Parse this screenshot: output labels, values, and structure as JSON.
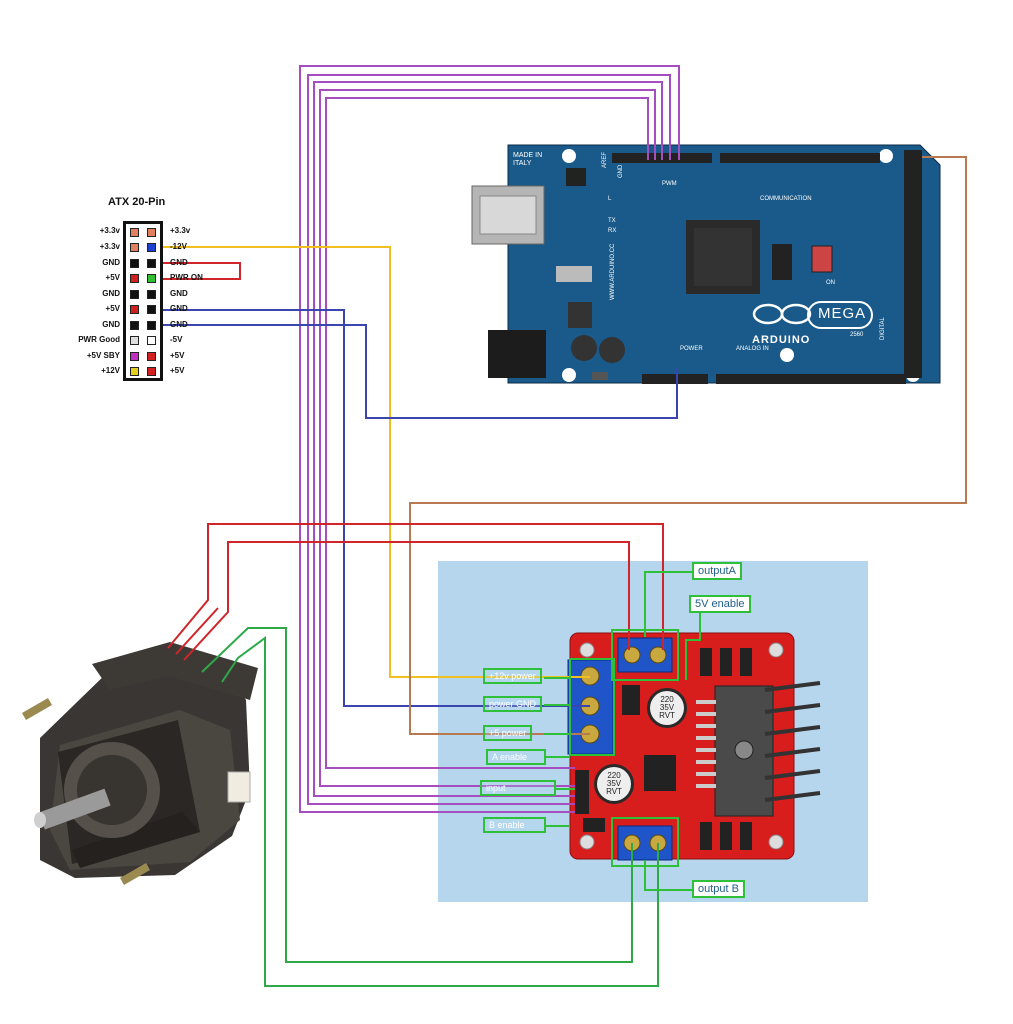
{
  "atx": {
    "title": "ATX 20-Pin",
    "left_labels": [
      "+3.3v",
      "+3.3v",
      "GND",
      "+5V",
      "GND",
      "+5V",
      "GND",
      "PWR Good",
      "+5V SBY",
      "+12V"
    ],
    "right_labels": [
      "+3.3v",
      "-12V",
      "GND",
      "PWR ON",
      "GND",
      "GND",
      "GND",
      "-5V",
      "+5V",
      "+5V"
    ]
  },
  "arduino": {
    "made_in": "MADE IN ITALY",
    "brand": "ARDUINO",
    "model": "MEGA",
    "model_number": "2560",
    "site": "WWW.ARDUINO.CC",
    "header_labels": {
      "pwm": "PWM",
      "communication": "COMMUNICATION",
      "power": "POWER",
      "analog_in": "ANALOG IN",
      "digital": "DIGITAL",
      "aref": "AREF",
      "gnd": "GND",
      "tx": "TX",
      "rx": "RX",
      "l": "L",
      "on": "ON"
    }
  },
  "driver": {
    "labels": {
      "output_a": "outputA",
      "enable_5v": "5V enable",
      "power_12v": "+12v power",
      "power_gnd": "power GND",
      "power_5v": "+5 power",
      "a_enable": "A enable",
      "input": "input",
      "b_enable": "B enable",
      "output_b": "output B"
    },
    "capacitor_text": [
      "220",
      "35V",
      "RVT"
    ]
  },
  "colors": {
    "purple_wire": "#a64dbf",
    "yellow_wire": "#f0c020",
    "red_wire": "#d0252a",
    "blue_wire": "#3a45b0",
    "green_wire": "#2fa848",
    "brown_wire": "#b87850",
    "label_green": "#2fc03a",
    "arduino_blue": "#1a5a8a",
    "driver_red": "#d81d1d",
    "driver_bg": "#b6d6ee"
  }
}
